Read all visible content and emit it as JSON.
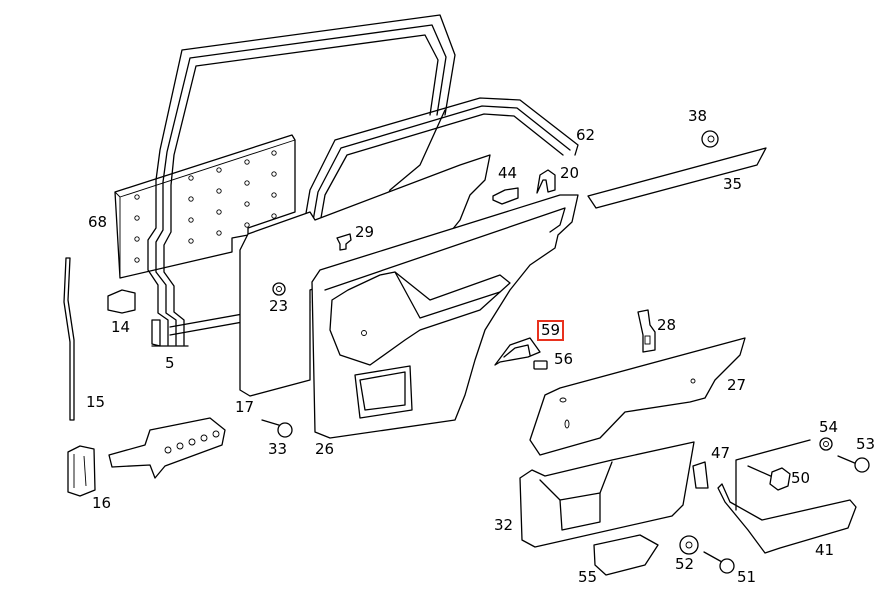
{
  "diagram": {
    "title": "Rear door trim panel – exploded parts diagram",
    "highlight_color": "#e8321e",
    "selected_part": "59",
    "callouts": [
      {
        "id": "5",
        "label": "5"
      },
      {
        "id": "14",
        "label": "14"
      },
      {
        "id": "15",
        "label": "15"
      },
      {
        "id": "16",
        "label": "16"
      },
      {
        "id": "17",
        "label": "17"
      },
      {
        "id": "20",
        "label": "20"
      },
      {
        "id": "23",
        "label": "23"
      },
      {
        "id": "26",
        "label": "26"
      },
      {
        "id": "27",
        "label": "27"
      },
      {
        "id": "28",
        "label": "28"
      },
      {
        "id": "29",
        "label": "29"
      },
      {
        "id": "32",
        "label": "32"
      },
      {
        "id": "33",
        "label": "33"
      },
      {
        "id": "35",
        "label": "35"
      },
      {
        "id": "38",
        "label": "38"
      },
      {
        "id": "41",
        "label": "41"
      },
      {
        "id": "44",
        "label": "44"
      },
      {
        "id": "47",
        "label": "47"
      },
      {
        "id": "50",
        "label": "50"
      },
      {
        "id": "51",
        "label": "51"
      },
      {
        "id": "52",
        "label": "52"
      },
      {
        "id": "53",
        "label": "53"
      },
      {
        "id": "54",
        "label": "54"
      },
      {
        "id": "55",
        "label": "55"
      },
      {
        "id": "56",
        "label": "56"
      },
      {
        "id": "59",
        "label": "59"
      },
      {
        "id": "62",
        "label": "62"
      },
      {
        "id": "68",
        "label": "68"
      }
    ]
  }
}
